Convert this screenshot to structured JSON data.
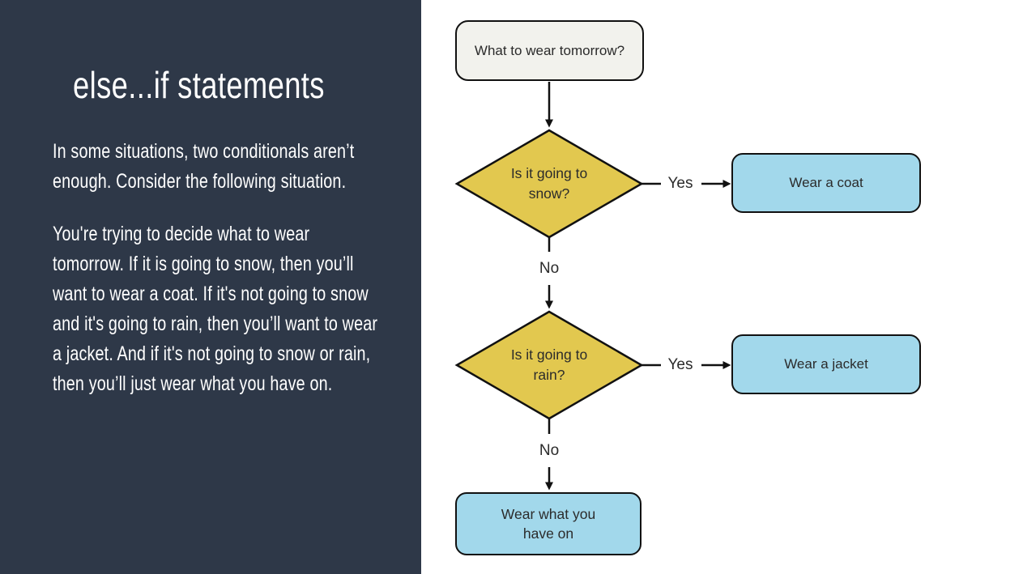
{
  "slide": {
    "title": "else...if statements",
    "paragraphs": [
      "In some situations, two conditionals aren’t enough. Consider the following situation.",
      "You're trying to decide what to wear tomorrow. If it is going to snow, then you’ll want to wear a coat. If it's not going to snow and it's going to rain, then you’ll want to wear a jacket. And if it's not going to snow or rain, then you’ll just wear what you have on."
    ]
  },
  "flowchart": {
    "start_label": "What to wear tomorrow?",
    "decision1_label": "Is it going to\nsnow?",
    "decision2_label": "Is it going to\nrain?",
    "yes_label": "Yes",
    "no_label": "No",
    "result_coat": "Wear a coat",
    "result_jacket": "Wear a jacket",
    "result_default": "Wear what you\nhave on"
  },
  "colors": {
    "panel": "#2e3848",
    "panel-text": "#ffffff",
    "start-fill": "#f2f2ed",
    "diamond-fill": "#e2c84f",
    "result-fill": "#a2d8eb",
    "stroke": "#111111",
    "node-text": "#2b2b2b"
  }
}
